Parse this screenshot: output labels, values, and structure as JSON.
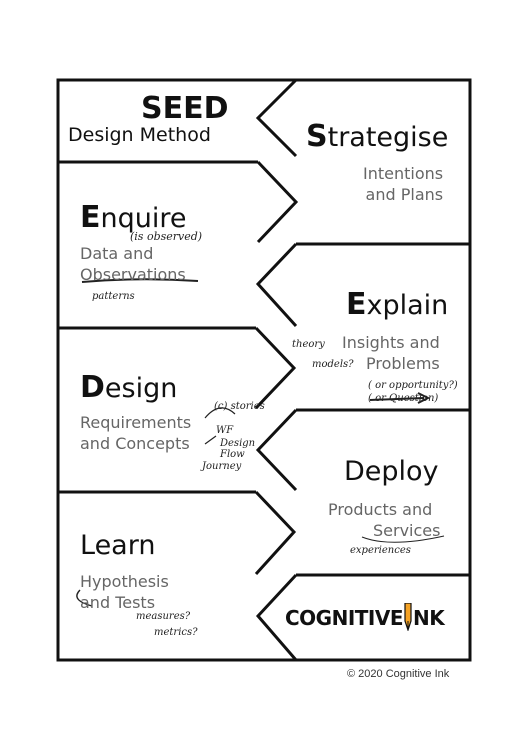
{
  "header": {
    "title": "SEED",
    "subtitle": "Design Method"
  },
  "stages": {
    "strategise": {
      "initial": "S",
      "rest": "trategise",
      "line1": "Intentions",
      "line2": "and Plans"
    },
    "enquire": {
      "initial": "E",
      "rest": "nquire",
      "line1": "Data and",
      "line2": "Observations"
    },
    "explain": {
      "initial": "E",
      "rest": "xplain",
      "line1": "Insights and",
      "line2": "Problems"
    },
    "design": {
      "initial": "D",
      "rest": "esign",
      "line1": "Requirements",
      "line2": "and Concepts"
    },
    "deploy": {
      "word": "Deploy",
      "line1": "Products and",
      "line2": "Services"
    },
    "learn": {
      "word": "Learn",
      "line1": "Hypothesis",
      "line2": "and Tests"
    }
  },
  "notes": {
    "is_observed": "(is observed)",
    "patterns": "patterns",
    "theory": "theory",
    "models": "models?",
    "or_opportunity": "( or opportunity?)",
    "or_question": "( or Question)",
    "c_stories": "(c) stories",
    "wf": "WF",
    "design_flow": "Design Flow",
    "journey": "Journey",
    "experiences": "experiences",
    "measures": "measures?",
    "metrics": "metrics?"
  },
  "logo": {
    "left": "COGNITIVE",
    "right": "NK"
  },
  "copyright": "© 2020 Cognitive Ink"
}
